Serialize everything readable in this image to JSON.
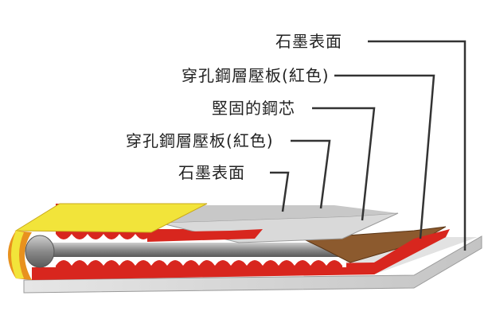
{
  "diagram": {
    "callouts": [
      {
        "id": "graphite-outer",
        "label": "石墨表面"
      },
      {
        "id": "perforated-steel-outer",
        "label": "穿孔鋼層壓板(紅色)"
      },
      {
        "id": "steel-core",
        "label": "堅固的鋼芯"
      },
      {
        "id": "perforated-steel-inner",
        "label": "穿孔鋼層壓板(紅色)"
      },
      {
        "id": "graphite-inner",
        "label": "石墨表面"
      }
    ],
    "colors": {
      "graphite": "#cfcfcf",
      "steel_laminate_red": "#d8261e",
      "steel_core": "#8c5a2e",
      "fire_ring_yellow": "#f2e43a",
      "fire_ring_orange": "#e8911e",
      "core_rod": "#9a9a9a",
      "leader_line": "#333333"
    }
  }
}
